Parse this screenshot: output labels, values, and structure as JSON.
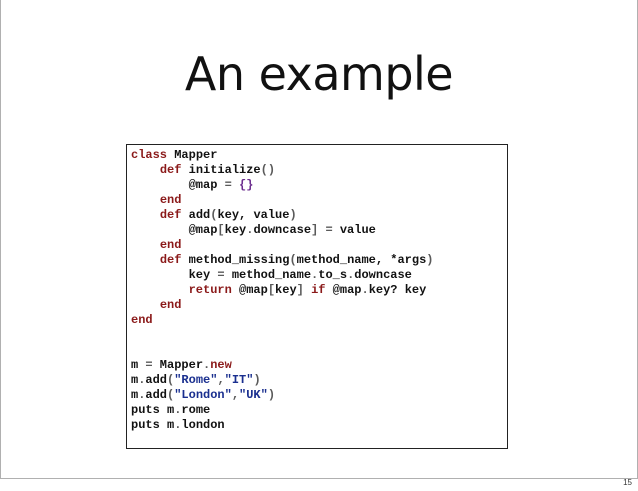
{
  "slide": {
    "title": "An example",
    "page_number": "15"
  },
  "code": {
    "lines": [
      [
        {
          "t": "class",
          "c": "kw"
        },
        {
          "t": " Mapper",
          "c": "fn"
        }
      ],
      [
        {
          "t": "    ",
          "c": "fn"
        },
        {
          "t": "def",
          "c": "kw"
        },
        {
          "t": " initialize",
          "c": "fn"
        },
        {
          "t": "()",
          "c": "pun"
        }
      ],
      [
        {
          "t": "        @map ",
          "c": "iv"
        },
        {
          "t": "=",
          "c": "pun"
        },
        {
          "t": " {}",
          "c": "sym"
        }
      ],
      [
        {
          "t": "    ",
          "c": "fn"
        },
        {
          "t": "end",
          "c": "kw"
        }
      ],
      [
        {
          "t": "    ",
          "c": "fn"
        },
        {
          "t": "def",
          "c": "kw"
        },
        {
          "t": " add",
          "c": "fn"
        },
        {
          "t": "(",
          "c": "pun"
        },
        {
          "t": "key, value",
          "c": "fn"
        },
        {
          "t": ")",
          "c": "pun"
        }
      ],
      [
        {
          "t": "        @map",
          "c": "iv"
        },
        {
          "t": "[",
          "c": "pun"
        },
        {
          "t": "key",
          "c": "fn"
        },
        {
          "t": ".",
          "c": "pun"
        },
        {
          "t": "downcase",
          "c": "fn"
        },
        {
          "t": "]",
          "c": "pun"
        },
        {
          "t": " ",
          "c": "fn"
        },
        {
          "t": "=",
          "c": "pun"
        },
        {
          "t": " value",
          "c": "fn"
        }
      ],
      [
        {
          "t": "    ",
          "c": "fn"
        },
        {
          "t": "end",
          "c": "kw"
        }
      ],
      [
        {
          "t": "    ",
          "c": "fn"
        },
        {
          "t": "def",
          "c": "kw"
        },
        {
          "t": " method_missing",
          "c": "fn"
        },
        {
          "t": "(",
          "c": "pun"
        },
        {
          "t": "method_name, *args",
          "c": "fn"
        },
        {
          "t": ")",
          "c": "pun"
        }
      ],
      [
        {
          "t": "        key ",
          "c": "fn"
        },
        {
          "t": "=",
          "c": "pun"
        },
        {
          "t": " method_name",
          "c": "fn"
        },
        {
          "t": ".",
          "c": "pun"
        },
        {
          "t": "to_s",
          "c": "fn"
        },
        {
          "t": ".",
          "c": "pun"
        },
        {
          "t": "downcase",
          "c": "fn"
        }
      ],
      [
        {
          "t": "        ",
          "c": "fn"
        },
        {
          "t": "return",
          "c": "kw"
        },
        {
          "t": " @map",
          "c": "iv"
        },
        {
          "t": "[",
          "c": "pun"
        },
        {
          "t": "key",
          "c": "fn"
        },
        {
          "t": "]",
          "c": "pun"
        },
        {
          "t": " ",
          "c": "fn"
        },
        {
          "t": "if",
          "c": "kw"
        },
        {
          "t": " @map",
          "c": "iv"
        },
        {
          "t": ".",
          "c": "pun"
        },
        {
          "t": "key? key",
          "c": "fn"
        }
      ],
      [
        {
          "t": "    ",
          "c": "fn"
        },
        {
          "t": "end",
          "c": "kw"
        }
      ],
      [
        {
          "t": "end",
          "c": "kw"
        }
      ],
      [
        {
          "t": "",
          "c": "fn"
        }
      ],
      [
        {
          "t": "",
          "c": "fn"
        }
      ],
      [
        {
          "t": "m ",
          "c": "fn"
        },
        {
          "t": "=",
          "c": "pun"
        },
        {
          "t": " Mapper",
          "c": "fn"
        },
        {
          "t": ".",
          "c": "pun"
        },
        {
          "t": "new",
          "c": "kw"
        }
      ],
      [
        {
          "t": "m",
          "c": "fn"
        },
        {
          "t": ".",
          "c": "pun"
        },
        {
          "t": "add",
          "c": "fn"
        },
        {
          "t": "(",
          "c": "pun"
        },
        {
          "t": "\"Rome\"",
          "c": "str"
        },
        {
          "t": ",",
          "c": "pun"
        },
        {
          "t": "\"IT\"",
          "c": "str"
        },
        {
          "t": ")",
          "c": "pun"
        }
      ],
      [
        {
          "t": "m",
          "c": "fn"
        },
        {
          "t": ".",
          "c": "pun"
        },
        {
          "t": "add",
          "c": "fn"
        },
        {
          "t": "(",
          "c": "pun"
        },
        {
          "t": "\"London\"",
          "c": "str"
        },
        {
          "t": ",",
          "c": "pun"
        },
        {
          "t": "\"UK\"",
          "c": "str"
        },
        {
          "t": ")",
          "c": "pun"
        }
      ],
      [
        {
          "t": "puts",
          "c": "fn"
        },
        {
          "t": " m",
          "c": "fn"
        },
        {
          "t": ".",
          "c": "pun"
        },
        {
          "t": "rome",
          "c": "fn"
        }
      ],
      [
        {
          "t": "puts",
          "c": "fn"
        },
        {
          "t": " m",
          "c": "fn"
        },
        {
          "t": ".",
          "c": "pun"
        },
        {
          "t": "london",
          "c": "fn"
        }
      ]
    ]
  }
}
